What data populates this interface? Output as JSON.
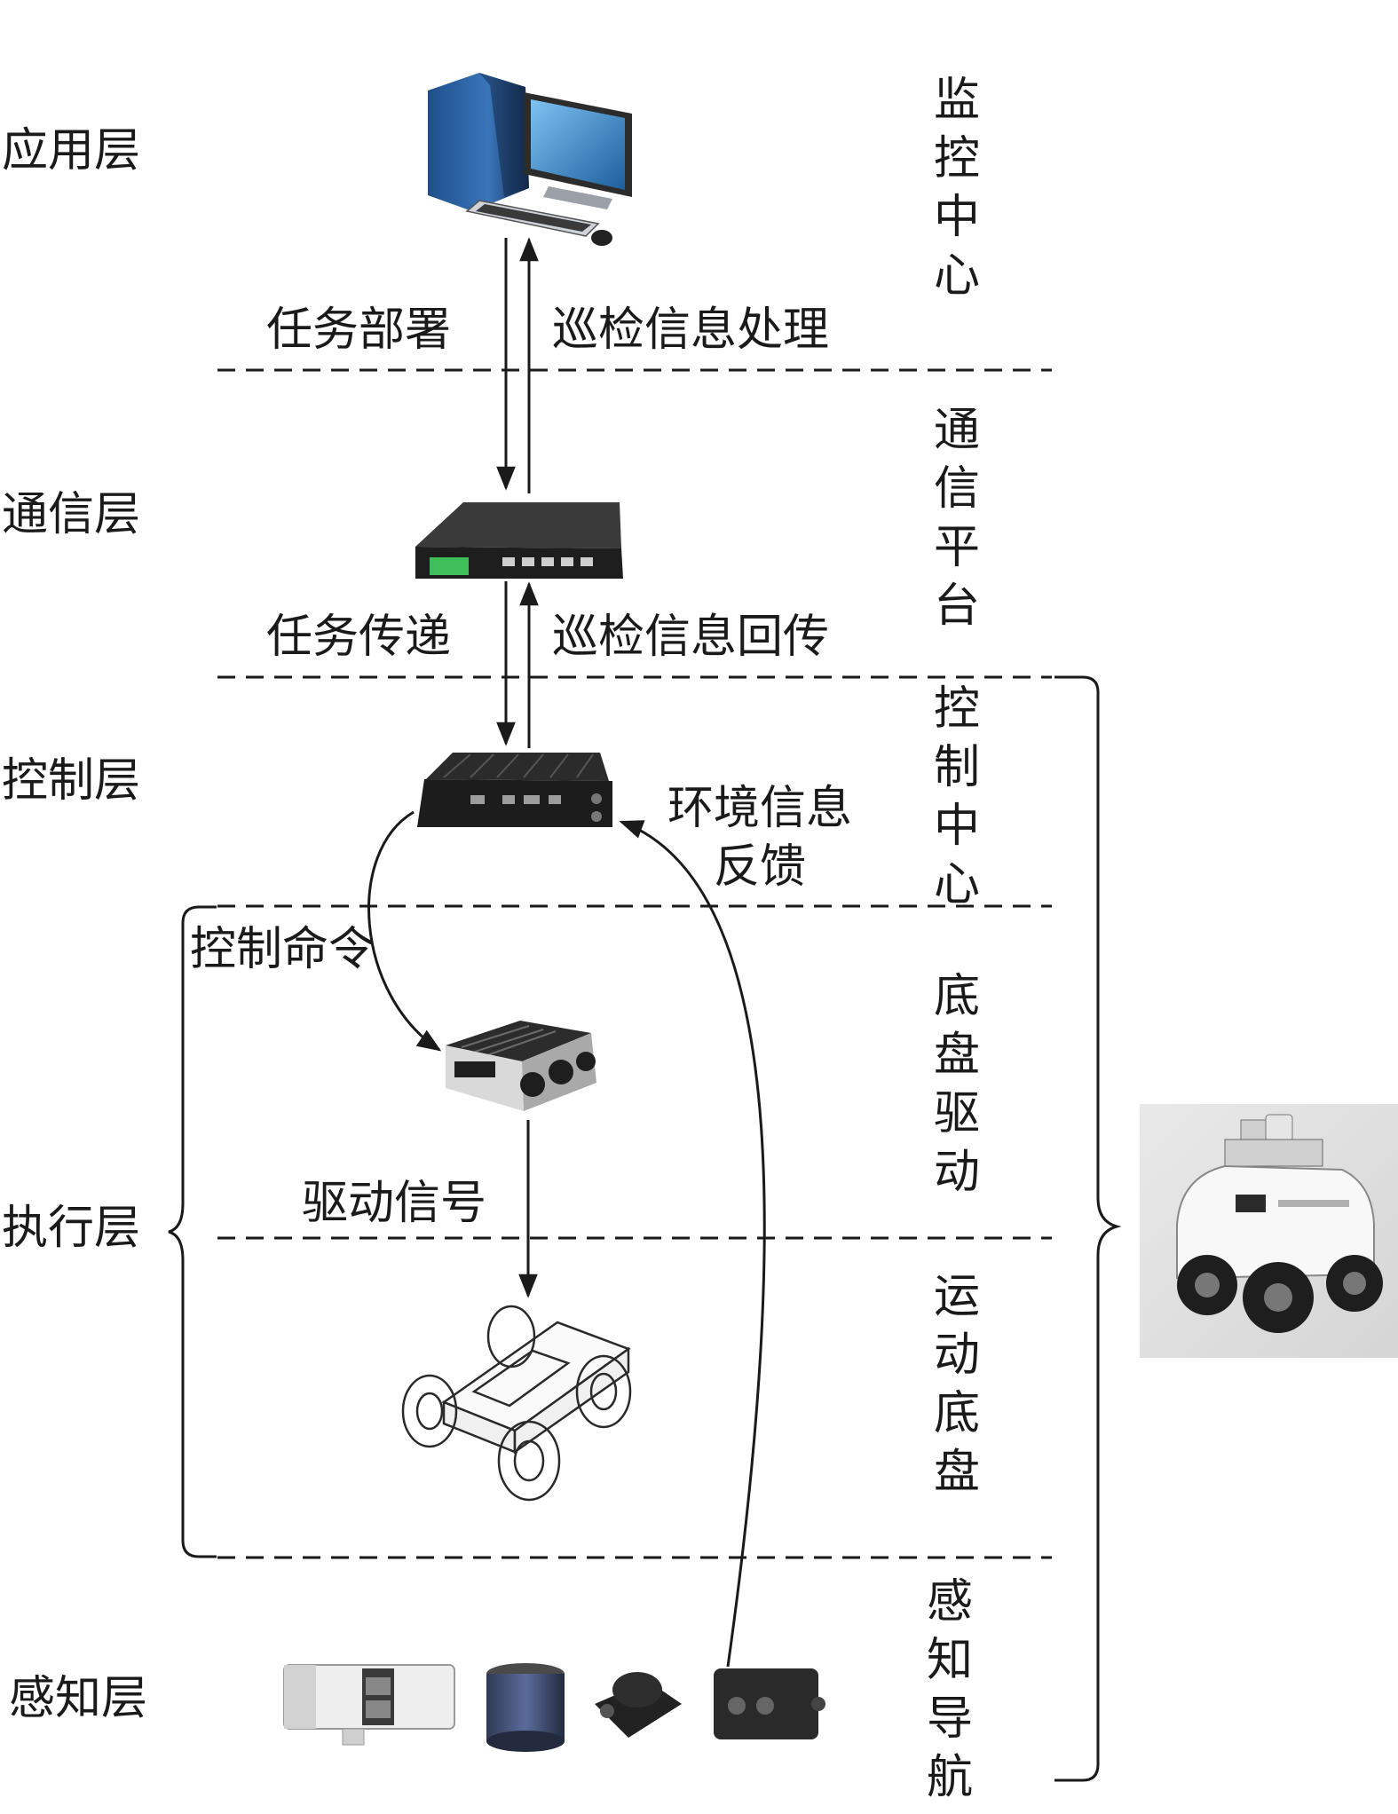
{
  "layers": {
    "application": "应用层",
    "communication": "通信层",
    "control": "控制层",
    "execution": "执行层",
    "perception": "感知层"
  },
  "modules": {
    "monitoring_center": "监控中心",
    "communication_platform": "通信平台",
    "control_center": "控制中心",
    "chassis_drive": "底盘驱动",
    "motion_chassis": "运动底盘",
    "perception_navigation": "感知导航"
  },
  "flows": {
    "task_deployment": "任务部署",
    "inspection_info_processing": "巡检信息处理",
    "task_transfer": "任务传递",
    "inspection_info_return": "巡检信息回传",
    "env_feedback_line1": "环境信息",
    "env_feedback_line2": "反馈",
    "control_command": "控制命令",
    "drive_signal": "驱动信号"
  },
  "icons": {
    "monitoring": "desktop-computer-icon",
    "communication": "network-switch-icon",
    "control": "industrial-computer-icon",
    "chassis_drive": "motor-driver-icon",
    "motion_chassis": "robot-chassis-icon",
    "sensors": [
      "camera-icon",
      "lidar-icon",
      "imu-icon",
      "stereo-camera-icon"
    ],
    "robot": "inspection-robot-icon"
  },
  "colors": {
    "line": "#1a1a1a",
    "screen": "#2a7fc4",
    "device": "#1e1e1e",
    "robot_body": "#f3f3f3"
  }
}
